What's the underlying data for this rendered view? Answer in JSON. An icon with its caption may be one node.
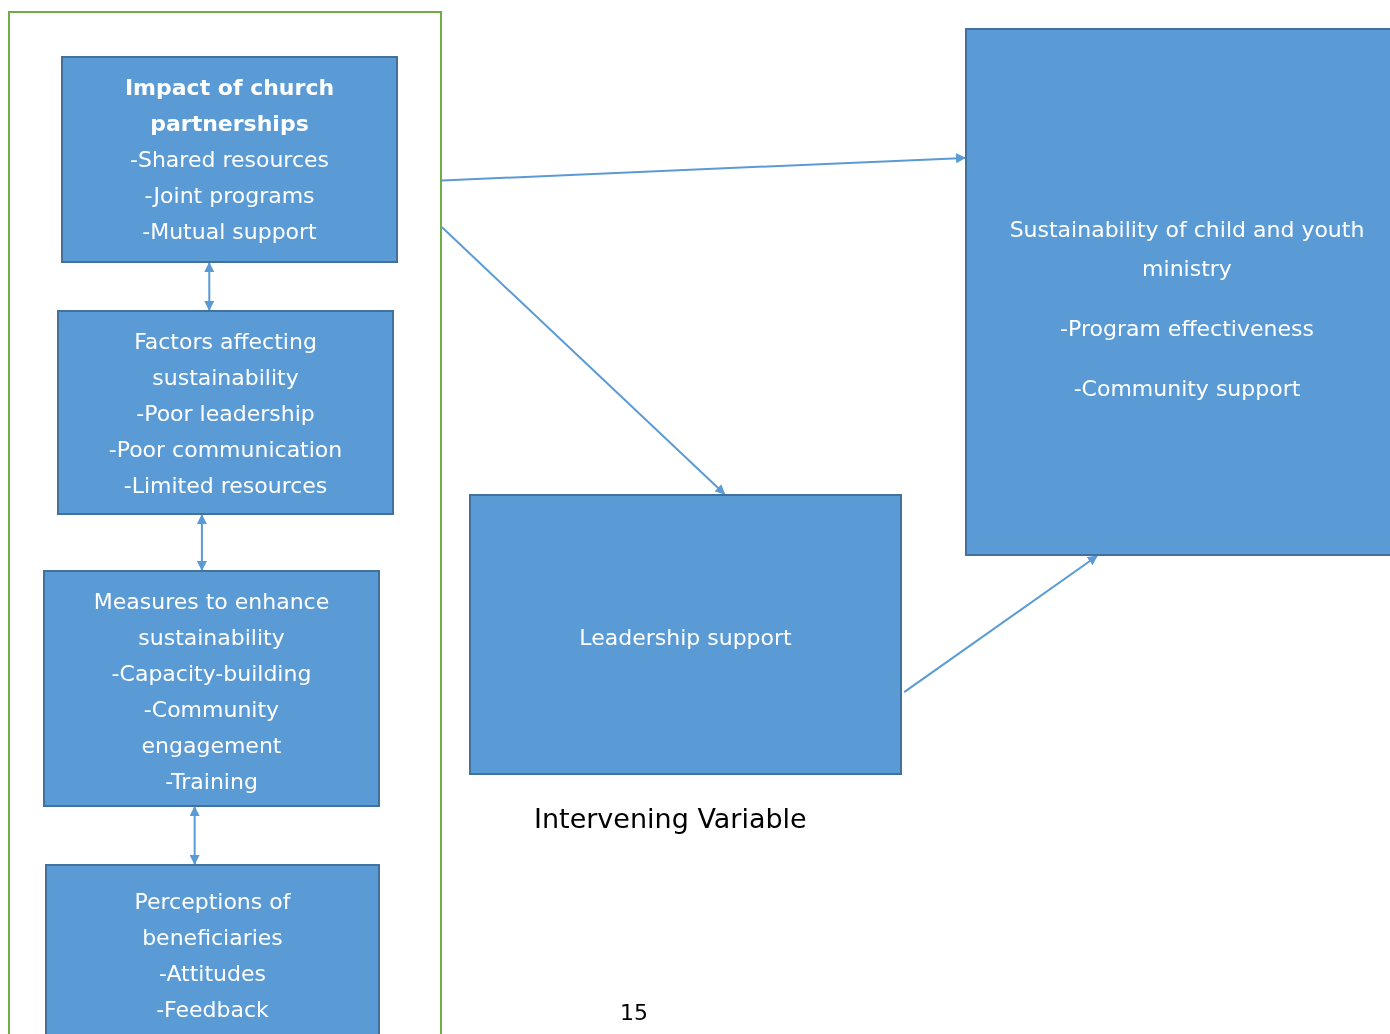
{
  "diagram": {
    "nodes": [
      {
        "text": [],
        "shape": "box"
      },
      {
        "text": [
          "Impact of church partnerships",
          "-Shared resources",
          "-Joint programs",
          "-Mutual support"
        ],
        "in": 0
      },
      {
        "text": [
          "Factors affecting sustainability",
          "-Poor leadership",
          "-Poor communication",
          "-Limited resources"
        ],
        "in": 0
      },
      {
        "text": [
          "Measures to enhance sustainability",
          "-Capacity-building",
          "-Community engagement",
          "-Training"
        ],
        "in": 0
      },
      {
        "text": [
          "Perceptions of beneficiaries",
          "-Attitudes",
          "-Feedback"
        ],
        "in": 0
      },
      {
        "text": [
          "Sustainability of child and youth ministry",
          "-Program effectiveness",
          "-Community support"
        ]
      },
      {
        "text": [
          "Leadership support"
        ],
        "beside": [
          "Intervening Variable"
        ]
      }
    ],
    "edges": [
      {
        "from": 1,
        "to": 2,
        "arrow": "both"
      },
      {
        "from": 2,
        "to": 3,
        "arrow": "both"
      },
      {
        "from": 3,
        "to": 4,
        "arrow": "both"
      },
      {
        "from": 0,
        "to": 5,
        "arrow": "to"
      },
      {
        "from": 0,
        "to": 6,
        "arrow": "to"
      },
      {
        "from": 6,
        "to": 5,
        "arrow": "to"
      }
    ],
    "labels": [
      "15"
    ]
  }
}
